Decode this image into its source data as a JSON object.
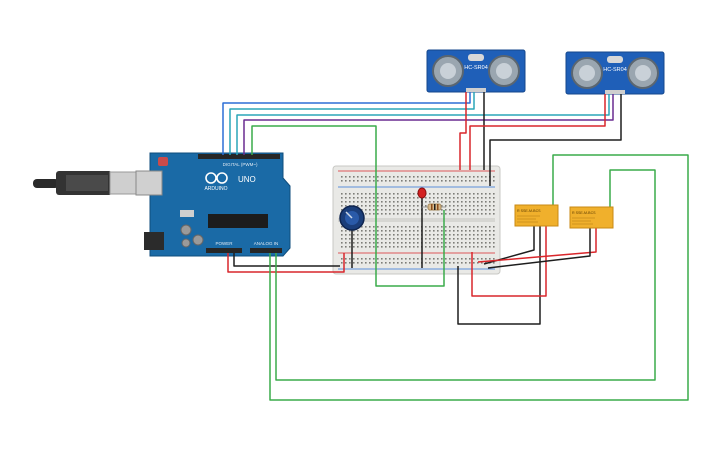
{
  "arduino": {
    "board_label": "UNO",
    "brand_label": "ARDUINO",
    "digital_header_label": "DIGITAL (PWM~)",
    "power_header_label": "POWER",
    "analog_header_label": "ANALOG IN"
  },
  "sensors": [
    {
      "label": "HC-SR04"
    },
    {
      "label": "HC-SR04"
    }
  ],
  "relays": [
    {
      "label": "R SSE-M-BCS"
    },
    {
      "label": "R SSE-M-BCS"
    }
  ],
  "colors": {
    "background": "#ffffff",
    "arduino_blue": "#1a6aa6",
    "sensor_blue": "#1f5fb8",
    "relay_orange": "#f0b02c",
    "breadboard": "#e9e9e6",
    "wire_red": "#d9262b",
    "wire_black": "#1e1e1e",
    "wire_green": "#3aab4a",
    "wire_blue": "#2d6fd6",
    "wire_teal": "#2aa5b8",
    "wire_purple": "#6a2c91",
    "led_red": "#d32020",
    "pot_blue": "#1b3e7a"
  }
}
